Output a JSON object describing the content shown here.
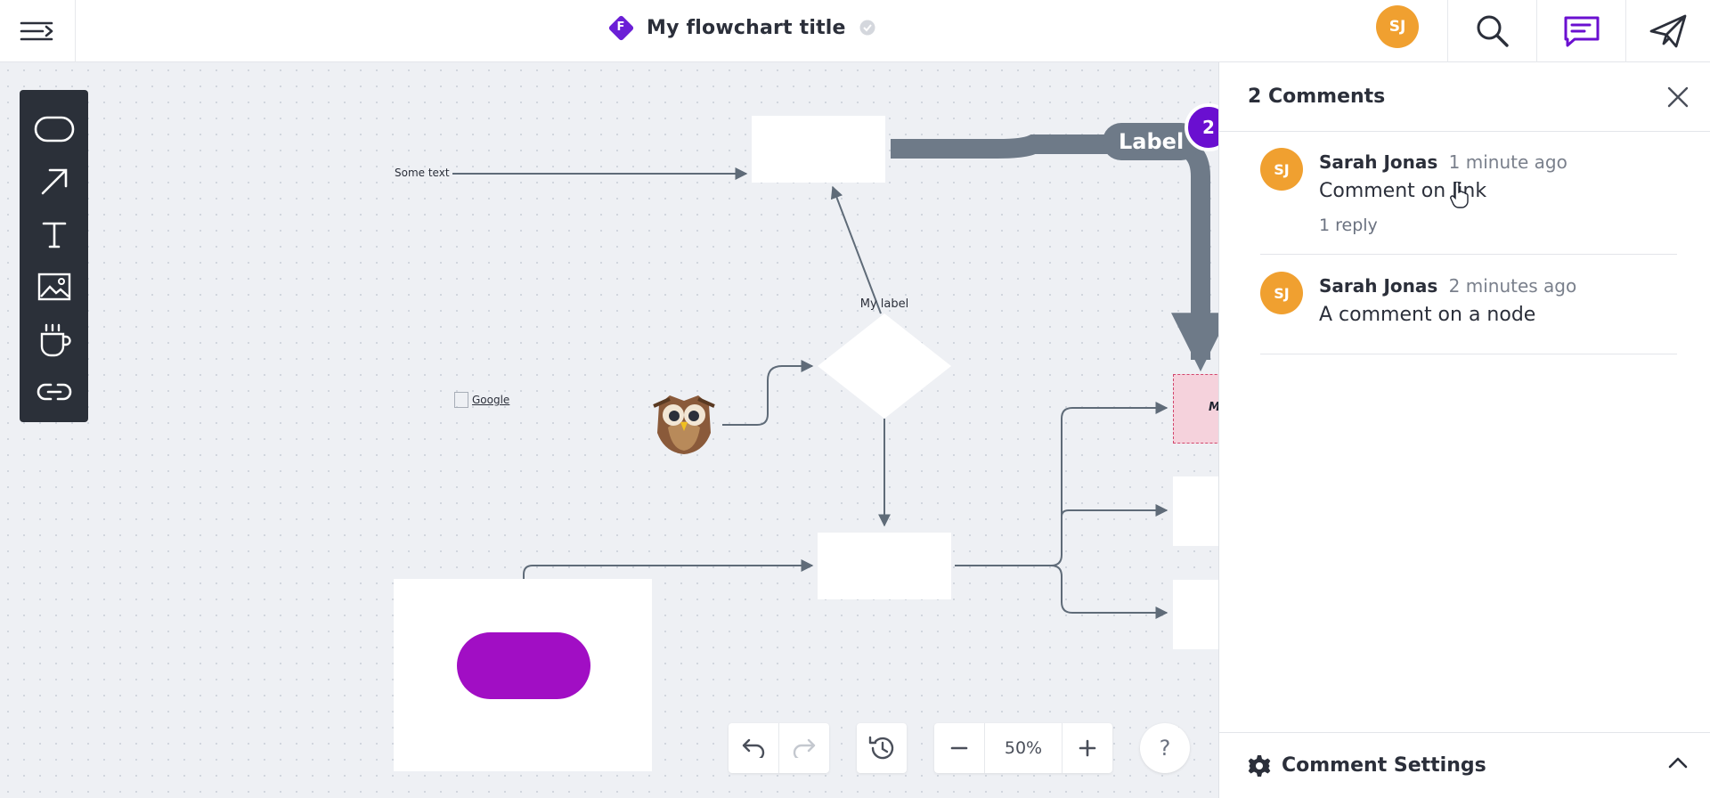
{
  "header": {
    "doc_letter": "F",
    "title": "My flowchart title",
    "user_initials": "SJ"
  },
  "toolbar": {
    "tools": [
      "shape-tool",
      "arrow-tool",
      "text-tool",
      "image-tool",
      "embed-tool",
      "link-tool"
    ]
  },
  "canvas": {
    "some_text": "Some text",
    "google_link": "Google",
    "diamond_label": "My label",
    "edge_label": "Label",
    "comment_count_badge": "2",
    "pink_node_text": "M"
  },
  "controls": {
    "zoom": "50%",
    "help": "?"
  },
  "comments_panel": {
    "title": "2 Comments",
    "comments": [
      {
        "initials": "SJ",
        "author": "Sarah Jonas",
        "time": "1 minute ago",
        "text": "Comment on link",
        "reply": "1 reply"
      },
      {
        "initials": "SJ",
        "author": "Sarah Jonas",
        "time": "2 minutes ago",
        "text": "A comment on a node"
      }
    ],
    "settings_label": "Comment Settings"
  },
  "colors": {
    "accent_purple": "#6a0fd0",
    "avatar_orange": "#f0a030",
    "edge_gray": "#6e7a88",
    "magenta_shape": "#a10ec4"
  }
}
